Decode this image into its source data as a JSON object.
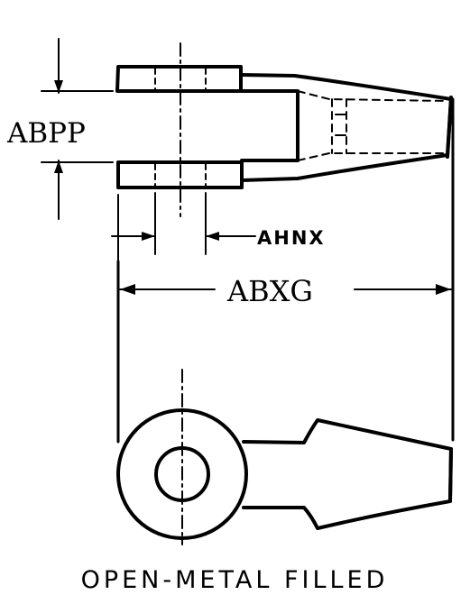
{
  "diagram": {
    "dimensions": {
      "jaw_opening": "ABPP",
      "pin_hole_diameter": "AHNX",
      "overall_length": "ABXG"
    },
    "caption": "OPEN-METAL FILLED",
    "ink_color": "#000000",
    "background_color": "#ffffff"
  }
}
